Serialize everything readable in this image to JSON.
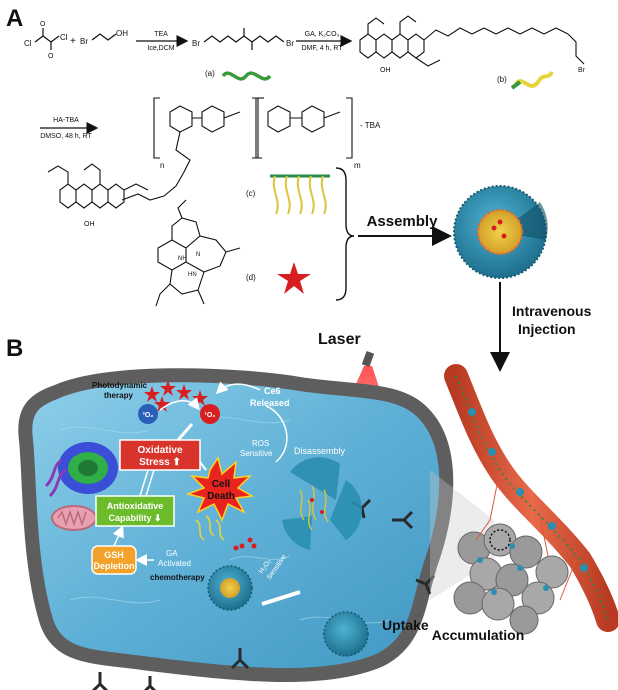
{
  "panels": [
    {
      "id": "A",
      "label": "A"
    },
    {
      "id": "B",
      "label": "B"
    }
  ],
  "reaction": {
    "reagent_1": "TEA",
    "condition_1": "Ice,DCM",
    "reagent_2": "GA, K₂CO₃",
    "condition_2": "DMF, 4 h, RT",
    "reagent_3": "HA-TBA",
    "condition_3": "DMSO, 48 h, RT",
    "tba_label": "- TBA",
    "subscript_n": "n",
    "subscript_m": "m",
    "br_label": "Br",
    "cl_label": "Cl",
    "oh_label": "OH"
  },
  "legend_items": [
    {
      "key": "a",
      "label": "(a)",
      "color": "#3a9a3a"
    },
    {
      "key": "b",
      "label": "(b)",
      "color": "#e8d33a"
    },
    {
      "key": "c",
      "label": "(c)",
      "color": "#d9c43a"
    },
    {
      "key": "d",
      "label": "(d)",
      "color": "#d81e1e"
    }
  ],
  "process_labels": {
    "assembly": "Assembly",
    "intravenous_1": "Intravenous",
    "intravenous_2": "Injection",
    "laser": "Laser",
    "uptake": "Uptake",
    "accumulation": "Accumulation"
  },
  "cell_labels": {
    "photodynamic_1": "Photodynamic",
    "photodynamic_2": "therapy",
    "o2_triplet": "³O₂",
    "o2_singlet": "¹O₂",
    "ce6_1": "Ce6",
    "ce6_2": "Released",
    "ros_1": "ROS",
    "ros_2": "Sensitive",
    "disassembly": "Disassembly",
    "oxidative_1": "Oxidative",
    "oxidative_2": "Stress ⬆",
    "cell_death_1": "Cell",
    "cell_death_2": "Death",
    "antiox_1": "Antioxidative",
    "antiox_2": "Capability ⬇",
    "gsh_1": "GSH",
    "gsh_2": "Depletion",
    "ga_1": "GA",
    "ga_2": "Activated",
    "chemo": "chemotherapy",
    "h2o2": "H₂O₂",
    "h2o2_sens": "Sensitive"
  },
  "colors": {
    "water": "#6fb8d8",
    "cell_wall": "#5e5e5e",
    "nanoparticle": "#2a8fb0",
    "oxidative_box": "#d8342c",
    "antiox_box": "#6cbb2a",
    "gsh_box": "#f2a12a",
    "blood_vessel": "#d85a3a",
    "star": "#d81e1e"
  }
}
